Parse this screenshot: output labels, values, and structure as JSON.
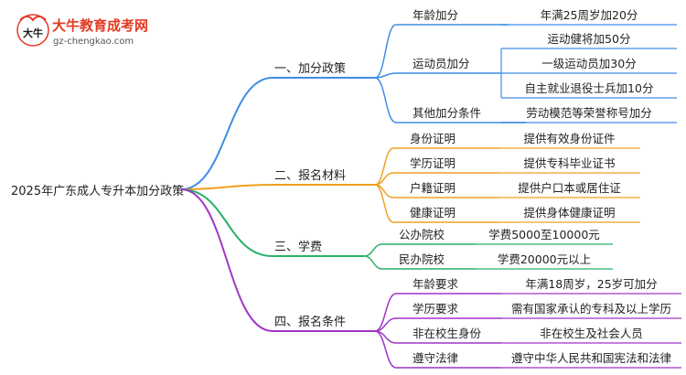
{
  "logo": {
    "title": "大牛教育成考网",
    "subtitle": "gz-chengkao.com",
    "mark_text": "大牛"
  },
  "root": "2025年广东成人专升本加分政策",
  "branches": [
    {
      "label": "一、加分政策",
      "color": "#3d8ee6",
      "children": [
        {
          "label": "年龄加分",
          "leaves": [
            "年满25周岁加20分"
          ]
        },
        {
          "label": "运动员加分",
          "leaves": [
            "运动健将加50分",
            "一级运动员加30分",
            "自主就业退役士兵加10分"
          ]
        },
        {
          "label": "其他加分条件",
          "leaves": [
            "劳动模范等荣誉称号加分"
          ]
        }
      ]
    },
    {
      "label": "二、报名材料",
      "color": "#f0a020",
      "children": [
        {
          "label": "身份证明",
          "leaves": [
            "提供有效身份证件"
          ]
        },
        {
          "label": "学历证明",
          "leaves": [
            "提供专科毕业证书"
          ]
        },
        {
          "label": "户籍证明",
          "leaves": [
            "提供户口本或居住证"
          ]
        },
        {
          "label": "健康证明",
          "leaves": [
            "提供身体健康证明"
          ]
        }
      ]
    },
    {
      "label": "三、学费",
      "color": "#27b06a",
      "children": [
        {
          "label": "公办院校",
          "leaves": [
            "学费5000至10000元"
          ]
        },
        {
          "label": "民办院校",
          "leaves": [
            "学费20000元以上"
          ]
        }
      ]
    },
    {
      "label": "四、报名条件",
      "color": "#a035c6",
      "children": [
        {
          "label": "年龄要求",
          "leaves": [
            "年满18周岁，25岁可加分"
          ]
        },
        {
          "label": "学历要求",
          "leaves": [
            "需有国家承认的专科及以上学历"
          ]
        },
        {
          "label": "非在校生身份",
          "leaves": [
            "非在校生及社会人员"
          ]
        },
        {
          "label": "遵守法律",
          "leaves": [
            "遵守中华人民共和国宪法和法律"
          ]
        }
      ]
    }
  ]
}
